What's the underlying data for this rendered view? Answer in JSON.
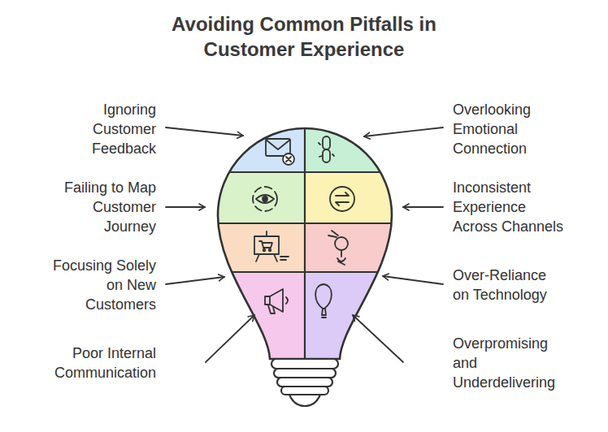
{
  "diagram": {
    "title": "Avoiding Common Pitfalls in Customer Experience",
    "labels": [
      "Ignoring Customer Feedback",
      "Overlooking Emotional Connection",
      "Failing to Map Customer Journey",
      "Inconsistent Experience Across Channels",
      "Focusing Solely on New Customers",
      "Over-Reliance on Technology",
      "Poor Internal Communication",
      "Overpromising and Underdelivering"
    ]
  }
}
